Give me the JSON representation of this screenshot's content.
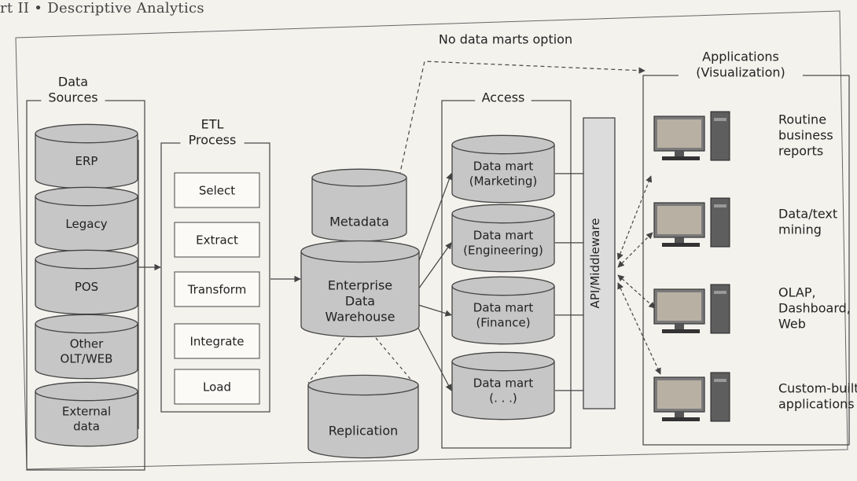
{
  "header": "rt II  •  Descriptive Analytics",
  "note": "No data marts option",
  "sources": {
    "title": [
      "Data",
      "Sources"
    ],
    "items": [
      [
        "ERP"
      ],
      [
        "Legacy"
      ],
      [
        "POS"
      ],
      [
        "Other",
        "OLT/WEB"
      ],
      [
        "External",
        "data"
      ]
    ]
  },
  "etl": {
    "title": [
      "ETL",
      "Process"
    ],
    "steps": [
      "Select",
      "Extract",
      "Transform",
      "Integrate",
      "Load"
    ]
  },
  "warehouse": {
    "metadata": "Metadata",
    "edw": [
      "Enterprise",
      "Data",
      "Warehouse"
    ],
    "replication": "Replication"
  },
  "access": {
    "title": "Access",
    "marts": [
      [
        "Data mart",
        "(Marketing)"
      ],
      [
        "Data mart",
        "(Engineering)"
      ],
      [
        "Data mart",
        "(Finance)"
      ],
      [
        "Data mart",
        "(. . .)"
      ]
    ],
    "middleware": "API/Middleware"
  },
  "applications": {
    "title": [
      "Applications",
      "(Visualization)"
    ],
    "items": [
      [
        "Routine",
        "business",
        "reports"
      ],
      [
        "Data/text",
        "mining"
      ],
      [
        "OLAP,",
        "Dashboard,",
        "Web"
      ],
      [
        "Custom-built",
        "applications"
      ]
    ]
  },
  "colors": {
    "cylinder": "#c6c6c6",
    "bar": "#dcdcdc",
    "line": "#444444",
    "background": "#f4f2ed"
  }
}
